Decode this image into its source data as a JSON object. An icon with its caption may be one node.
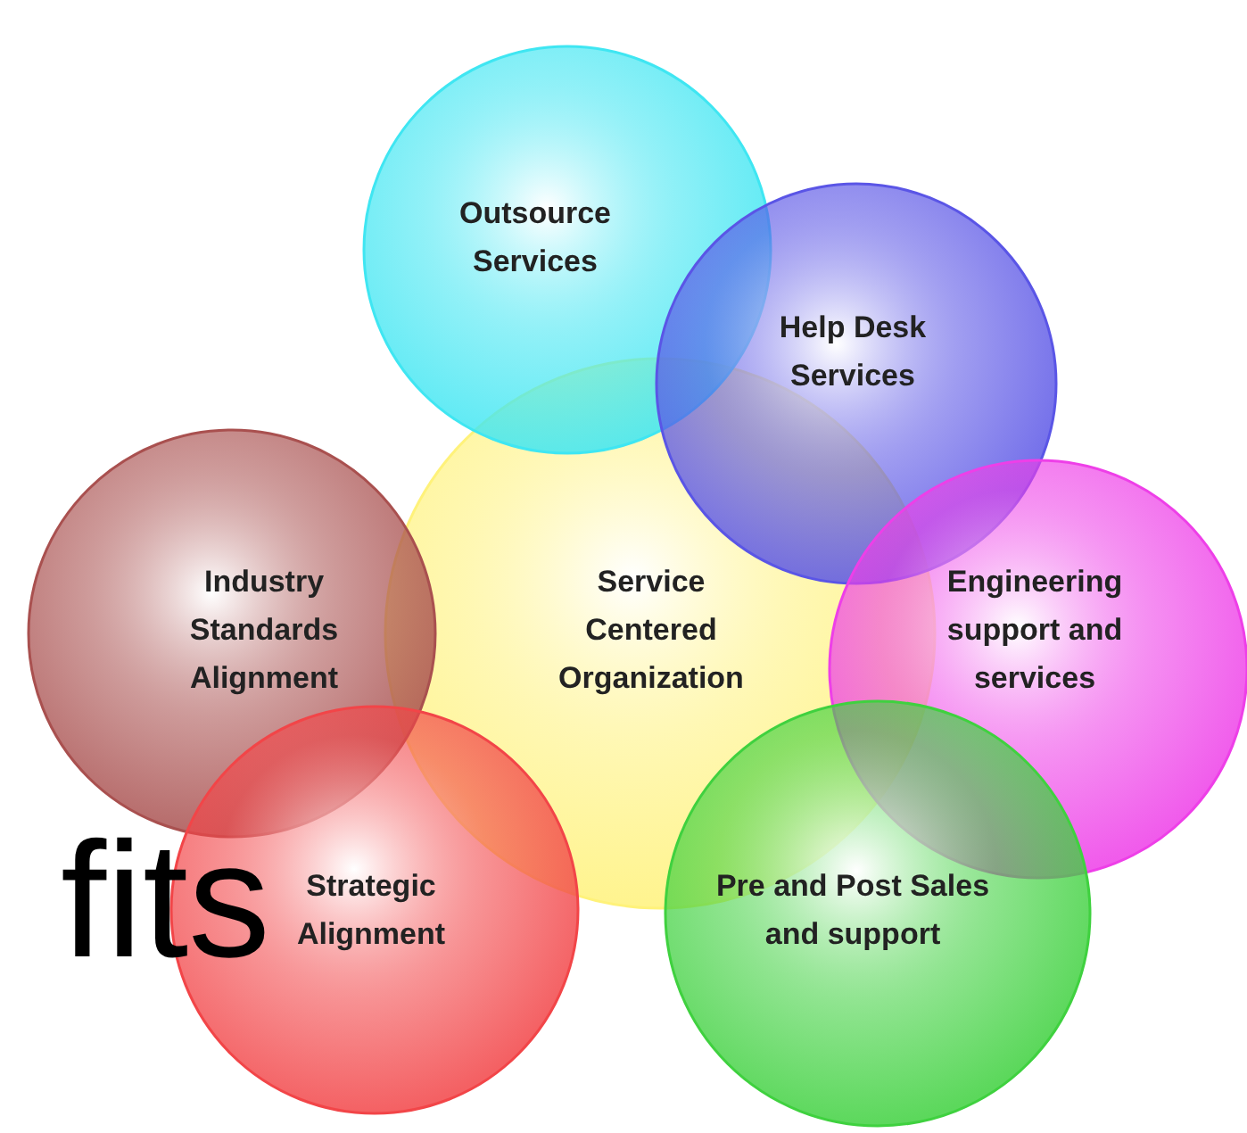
{
  "diagram": {
    "nodes": [
      {
        "text": [
          "Outsource Services"
        ]
      },
      {
        "text": [
          "Help Desk Services"
        ]
      },
      {
        "text": [
          "Industry Standards Alignment"
        ]
      },
      {
        "text": [
          "Service Centered Organization"
        ]
      },
      {
        "text": [
          "Engineering support and services"
        ]
      },
      {
        "text": [
          "Strategic Alignment"
        ]
      },
      {
        "text": [
          "Pre and Post Sales and support"
        ]
      }
    ],
    "edges": [],
    "labels": [
      "fits"
    ]
  }
}
